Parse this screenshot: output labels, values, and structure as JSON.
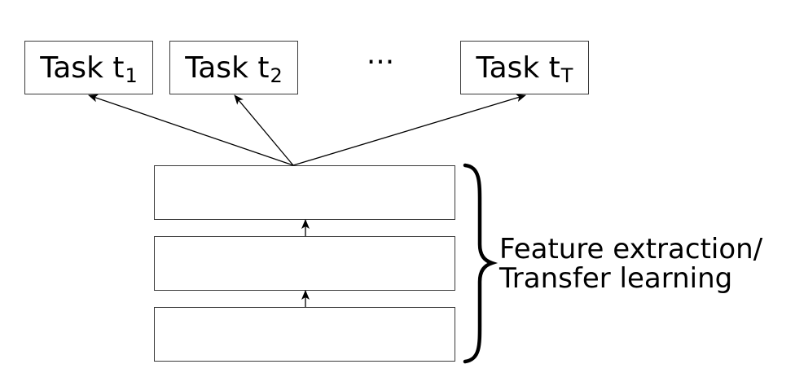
{
  "tasks": [
    {
      "prefix": "Task t",
      "subscript": "1"
    },
    {
      "prefix": "Task t",
      "subscript": "2"
    },
    {
      "prefix": "Task t",
      "subscript": "T"
    }
  ],
  "ellipsis": "···",
  "side_label": {
    "line1": "Feature extraction/",
    "line2": "Transfer learning"
  },
  "colors": {
    "stroke": "#3a3a3a",
    "text": "#000000"
  }
}
